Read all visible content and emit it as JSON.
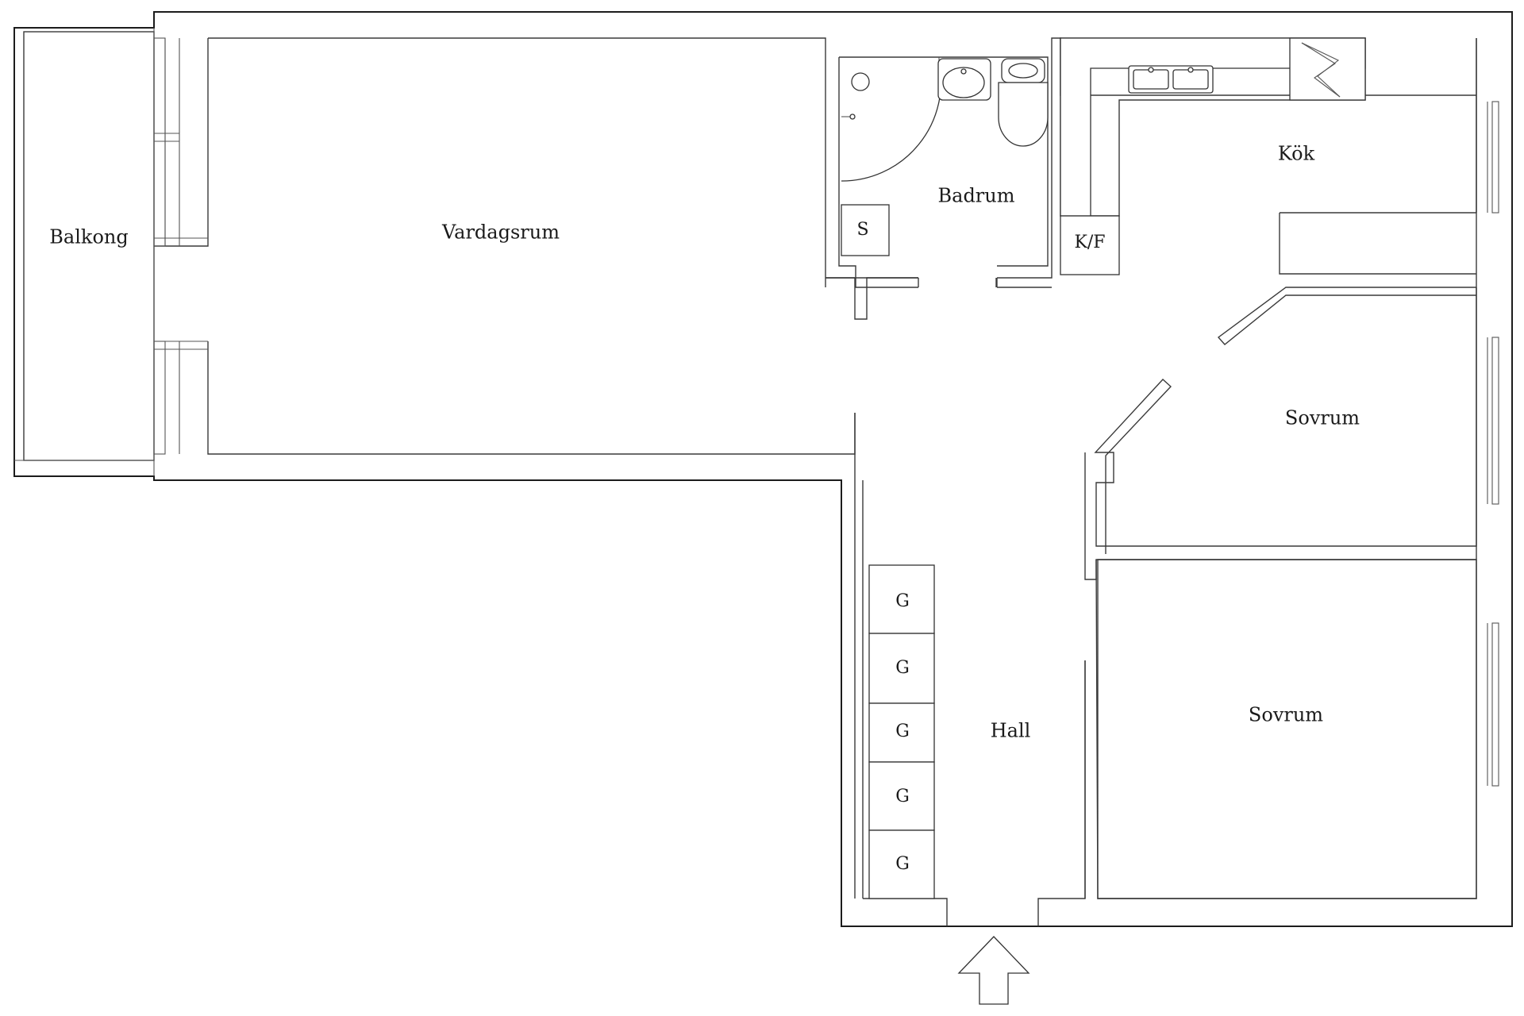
{
  "rooms": {
    "balkong": "Balkong",
    "vardagsrum": "Vardagsrum",
    "badrum": "Badrum",
    "kok": "Kök",
    "sovrum_1": "Sovrum",
    "sovrum_2": "Sovrum",
    "hall": "Hall"
  },
  "fixtures": {
    "storage_s": "S",
    "fridge_freezer": "K/F",
    "wardrobes": [
      "G",
      "G",
      "G",
      "G",
      "G"
    ]
  },
  "icons": {
    "entrance": "entrance-arrow-icon",
    "stove": "stove-icon",
    "sink": "kitchen-sink-icon",
    "washbasin": "washbasin-icon",
    "toilet": "toilet-icon",
    "shower": "shower-icon"
  },
  "colors": {
    "line": "#1c1c1c",
    "background": "#ffffff"
  }
}
